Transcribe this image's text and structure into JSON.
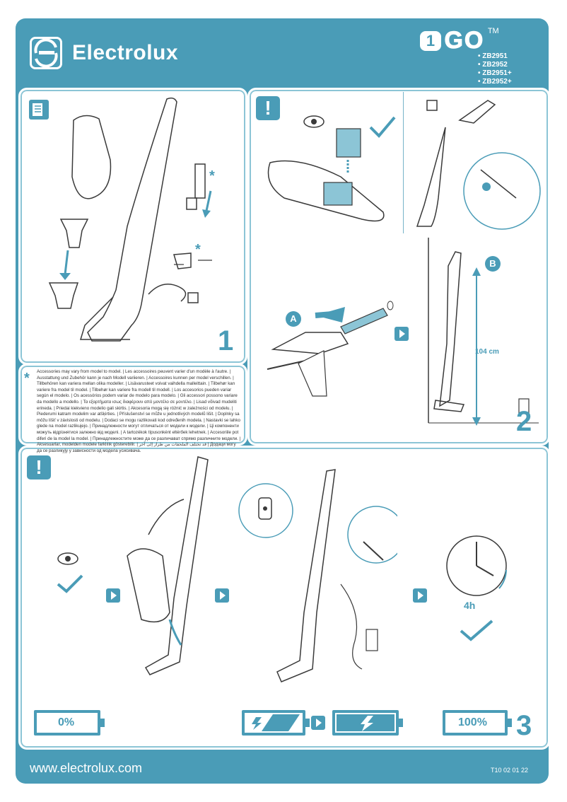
{
  "header": {
    "brand": "Electrolux",
    "product_one": "1",
    "product_go": "GO",
    "product_tm": "TM",
    "models": [
      "• ZB2951",
      "• ZB2952",
      "• ZB2951+",
      "• ZB2952+"
    ]
  },
  "step1": {
    "number": "1",
    "star": "*",
    "note": "Accessories may vary from model to model. | Les accessoires peuvent varier d'un modèle à l'autre. | Ausstattung und Zubehör kann je nach Modell variieren. | Accessoires kunnen per model verschillen. | Tillbehören kan variera mellan olika modeller. | Lisävarusteet voivat vaihdella malleittain. | Tilbehør kan variere fra model til model. | Tilbehør kan variere fra modell til modell. | Los accesorios pueden variar según el modelo. | Os acessórios podem variar de modelo para modelo. | Gli accessori possono variare da modello a modello. | Τα εξαρτήματα ισως διαφέρουν από μοντέλο σε μοντέλο. | Lisad võivad mudeliti erineda. | Priedai kiekvieno modelio gali skirtis. | Akcesoria mogą się różnić w zależności od modelu. | Piederumi katram modelim var atšķirties. | Příslušenství se může u jednotlivých modelů lišit. | Doplnky sa môžu líšiť v závislosti od modelu. | Dodaci se mogu razlikovati kod određenih modela. | Nastavki se lahko glede na model razlikujejo. | Принадлежности могут отличаться от модели к модели. | Ці компоненти можуть відрізнятися залежно від моделі. | A tartozékok típusonként eltérőek lehetnek. | Accesoriile pot diferi de la model la model. | Принадлежностите може да се различават спрямо различните модели. | Aksesuarlar, modelden modele farklılık gösterebilir. | قد تختلف الملحقات من طراز إلى آخر | Додаци могу да се разликују у зависности од модела усисивача."
  },
  "step2": {
    "number": "2",
    "label_a": "A",
    "label_b": "B",
    "height": "104 cm"
  },
  "step3": {
    "number": "3",
    "battery_empty": "0%",
    "battery_full": "100%",
    "charge_time": "4h"
  },
  "footer": {
    "url": "www.electrolux.com",
    "code": "T10 02 01 22"
  },
  "colors": {
    "accent": "#4a9cb7",
    "white": "#ffffff",
    "line": "#3a3a3a"
  }
}
